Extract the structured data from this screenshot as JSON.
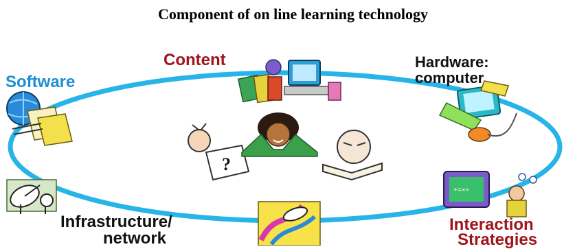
{
  "title": "Component of on line learning technology",
  "nodes": {
    "content": {
      "label": "Content",
      "color": "#a0141c"
    },
    "hardware": {
      "line1": "Hardware:",
      "line2": "computer",
      "color": "#111111"
    },
    "software": {
      "label": "Software",
      "color": "#1f8fd6"
    },
    "infrastructure": {
      "line1": "Infrastructure/",
      "line2": "network",
      "color": "#111111"
    },
    "interaction": {
      "line1": "Interaction",
      "line2": "Strategies",
      "color": "#a0141c"
    }
  },
  "cycle": {
    "color": "#27b4e8"
  }
}
